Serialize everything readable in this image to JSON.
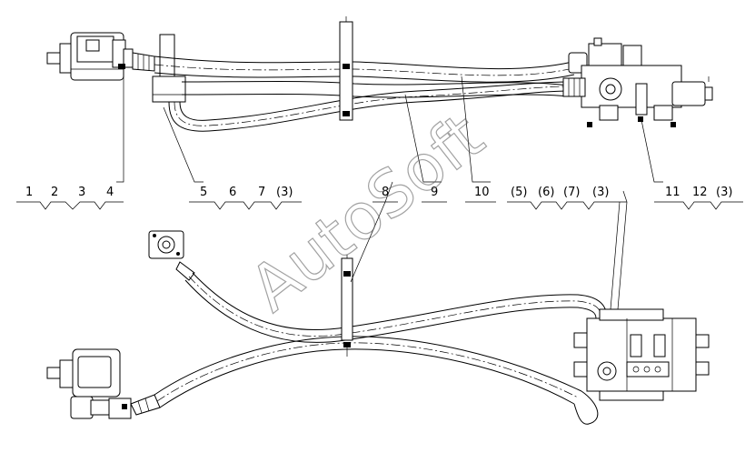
{
  "watermark": "AutoSoft",
  "callouts": {
    "group_a": [
      "1",
      "2",
      "3",
      "4"
    ],
    "group_b": [
      "5",
      "6",
      "7",
      "(3)"
    ],
    "item_8": "8",
    "item_9": "9",
    "item_10": "10",
    "group_c": [
      "(5)",
      "(6)",
      "(7)",
      "(3)"
    ],
    "group_d": [
      "11",
      "12",
      "(3)"
    ]
  },
  "icons": [
    "pump-icon",
    "valve-block-icon",
    "flange-icon",
    "hose-clamp-icon"
  ]
}
